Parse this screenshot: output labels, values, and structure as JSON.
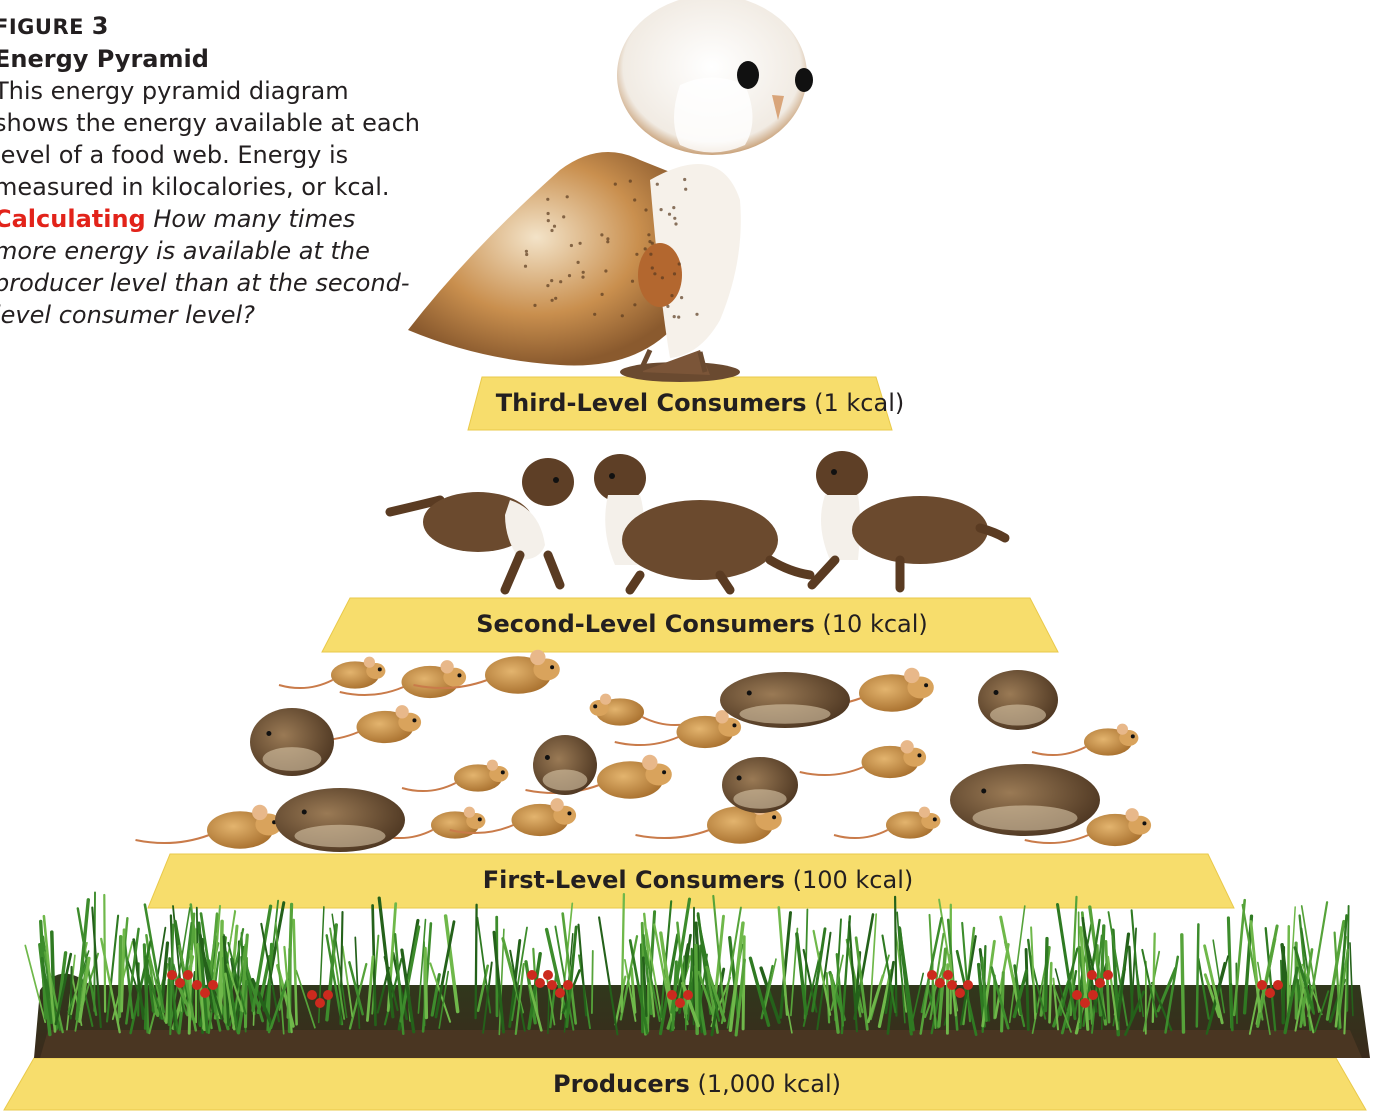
{
  "caption": {
    "figure_word": "FIGURE",
    "figure_number": "3",
    "title": "Energy Pyramid",
    "description": "This energy pyramid diagram shows the energy available at each level of a food web. Energy is measured in kilocalories, or kcal.",
    "calc_word": "Calculating",
    "question": "How many times more energy is available at the producer level than at the second-level consumer level?"
  },
  "levels": [
    {
      "name": "Third-Level Consumers",
      "energy": "(1 kcal)",
      "kcal": 1,
      "organism": "owl"
    },
    {
      "name": "Second-Level Consumers",
      "energy": "(10 kcal)",
      "kcal": 10,
      "organism": "weasel"
    },
    {
      "name": "First-Level Consumers",
      "energy": "(100 kcal)",
      "kcal": 100,
      "organism": "mouse"
    },
    {
      "name": "Producers",
      "energy": "(1,000 kcal)",
      "kcal": 1000,
      "organism": "grass"
    }
  ],
  "colors": {
    "band": "#f7dd6c",
    "band_shadow": "#e9c94a",
    "calc_red": "#e2231a",
    "weasel": "#6b4a2e",
    "mouse": "#c9954e",
    "vole": "#7a5a3c",
    "grass": "#3d8c2c",
    "soil": "#3a2a1c",
    "berry": "#cc2a1e"
  }
}
